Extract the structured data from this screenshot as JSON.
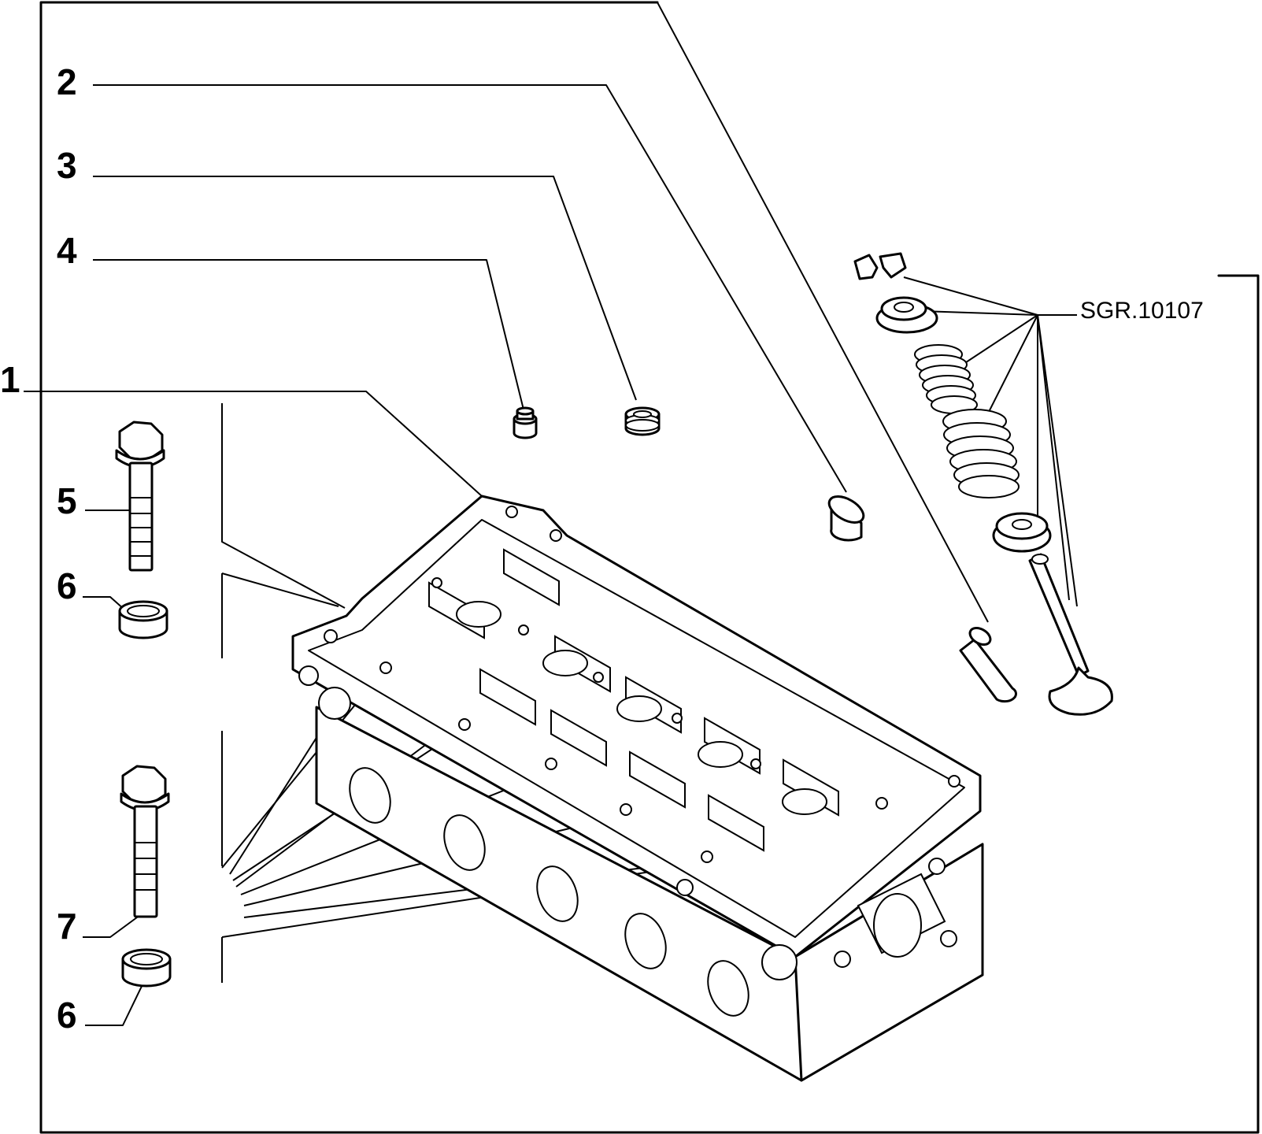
{
  "callouts": {
    "c1": "1",
    "c2": "2",
    "c3": "3",
    "c4": "4",
    "c5": "5",
    "c6a": "6",
    "c6b": "6",
    "c7": "7"
  },
  "reference": "SGR.10107"
}
